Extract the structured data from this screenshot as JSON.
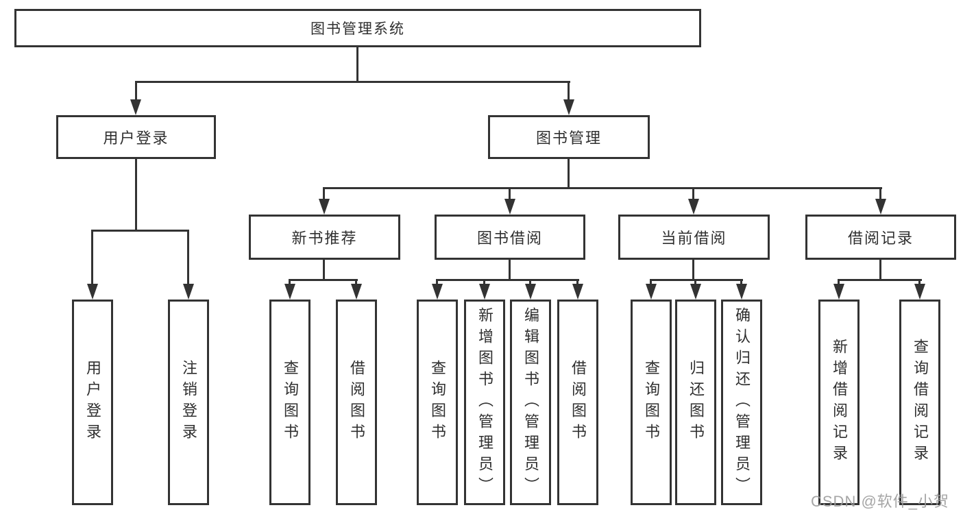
{
  "diagram_title": "图书管理系统",
  "colors": {
    "line": "#333333",
    "text": "#2f2f2f",
    "watermark_text": "#9c9c9c",
    "background": "#ffffff"
  },
  "tree": {
    "root": {
      "label": "图书管理系统"
    },
    "branches": [
      {
        "label": "用户登录",
        "children": [
          {
            "label": "用户登录"
          },
          {
            "label": "注销登录"
          }
        ]
      },
      {
        "label": "图书管理",
        "children": [
          {
            "label": "新书推荐",
            "children": [
              {
                "label": "查询图书"
              },
              {
                "label": "借阅图书"
              }
            ]
          },
          {
            "label": "图书借阅",
            "children": [
              {
                "label": "查询图书"
              },
              {
                "label": "新增图书（管理员）"
              },
              {
                "label": "编辑图书（管理员）"
              },
              {
                "label": "借阅图书"
              }
            ]
          },
          {
            "label": "当前借阅",
            "children": [
              {
                "label": "查询图书"
              },
              {
                "label": "归还图书"
              },
              {
                "label": "确认归还（管理员）"
              }
            ]
          },
          {
            "label": "借阅记录",
            "children": [
              {
                "label": "新增借阅记录"
              },
              {
                "label": "查询借阅记录"
              }
            ]
          }
        ]
      }
    ]
  },
  "watermark": {
    "text": "CSDN @软件_小贺同学"
  }
}
